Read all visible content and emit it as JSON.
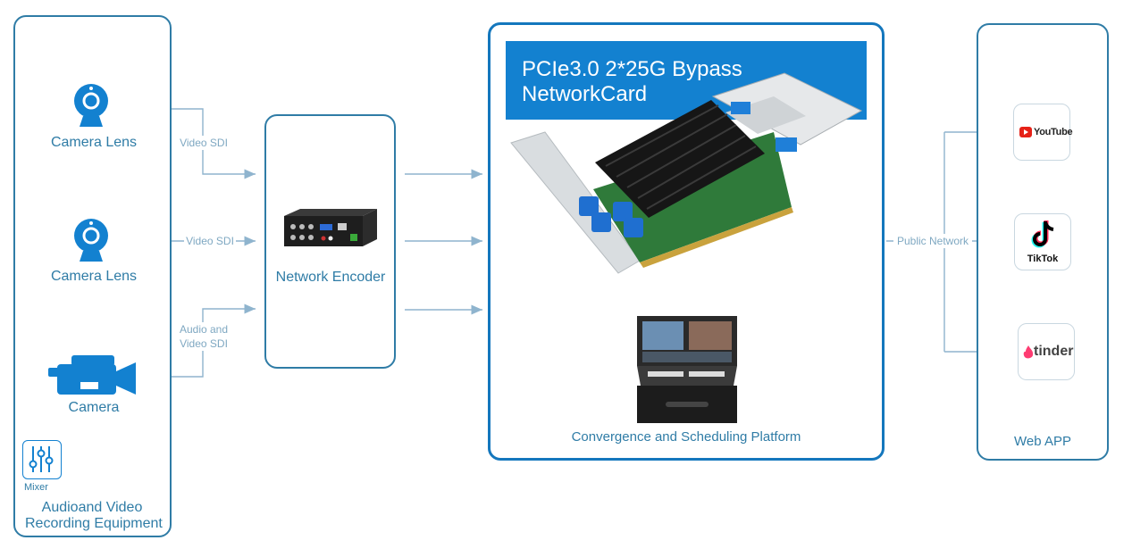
{
  "sources": {
    "camera_lens_1": "Camera Lens",
    "camera_lens_2": "Camera Lens",
    "camera": "Camera",
    "mixer": "Mixer",
    "title_line1": "Audioand Video",
    "title_line2": "Recording Equipment"
  },
  "links": {
    "video_sdi_1": "Video SDI",
    "video_sdi_2": "Video SDI",
    "audio_video_line1": "Audio and",
    "audio_video_line2": "Video SDI",
    "public_network": "Public Network"
  },
  "encoder": {
    "label": "Network Encoder"
  },
  "platform": {
    "title_line1": "PCIe3.0 2*25G Bypass",
    "title_line2": "NetworkCard",
    "label": "Convergence and Scheduling Platform"
  },
  "web_app": {
    "label": "Web APP",
    "youtube": "YouTube",
    "tiktok": "TikTok",
    "tinder": "tinder"
  },
  "colors": {
    "panel_border": "#2f7ca6",
    "connector": "#8fb4ce",
    "banner": "#1381d0"
  }
}
